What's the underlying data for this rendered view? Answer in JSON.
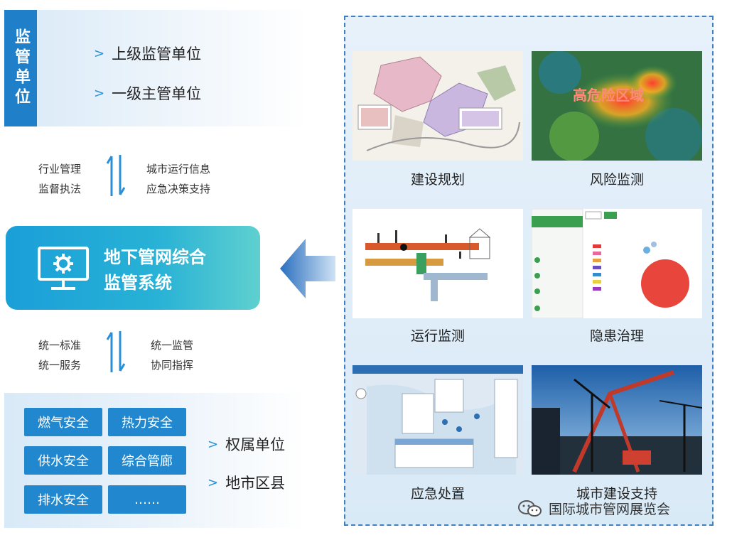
{
  "supervision": {
    "tab_label": "监管单位",
    "items": [
      "上级监管单位",
      "一级主管单位"
    ]
  },
  "flow_top": {
    "left": [
      "行业管理",
      "监督执法"
    ],
    "right": [
      "城市运行信息",
      "应急决策支持"
    ]
  },
  "system": {
    "title_line1": "地下管网综合",
    "title_line2": "监管系统",
    "icon": "gear-monitor-icon"
  },
  "flow_bottom": {
    "left": [
      "统一标准",
      "统一服务"
    ],
    "right": [
      "统一监管",
      "协同指挥"
    ]
  },
  "safety_buttons": [
    "燃气安全",
    "热力安全",
    "供水安全",
    "综合管廊",
    "排水安全",
    "……"
  ],
  "ownership": {
    "items": [
      "权属单位",
      "地市区县"
    ]
  },
  "modules": [
    {
      "label": "建设规划"
    },
    {
      "label": "风险监测",
      "image_text": "高危险区域"
    },
    {
      "label": "运行监测"
    },
    {
      "label": "隐患治理"
    },
    {
      "label": "应急处置"
    },
    {
      "label": "城市建设支持"
    }
  ],
  "watermark": {
    "text": "国际城市管网展览会",
    "icon": "wechat-icon"
  },
  "colors": {
    "primary_blue": "#1f7fc8",
    "button_blue": "#2188d0",
    "system_gradient_start": "#1a9fd8",
    "system_gradient_end": "#5fd0cf",
    "chevron": "#2b8fd6"
  }
}
